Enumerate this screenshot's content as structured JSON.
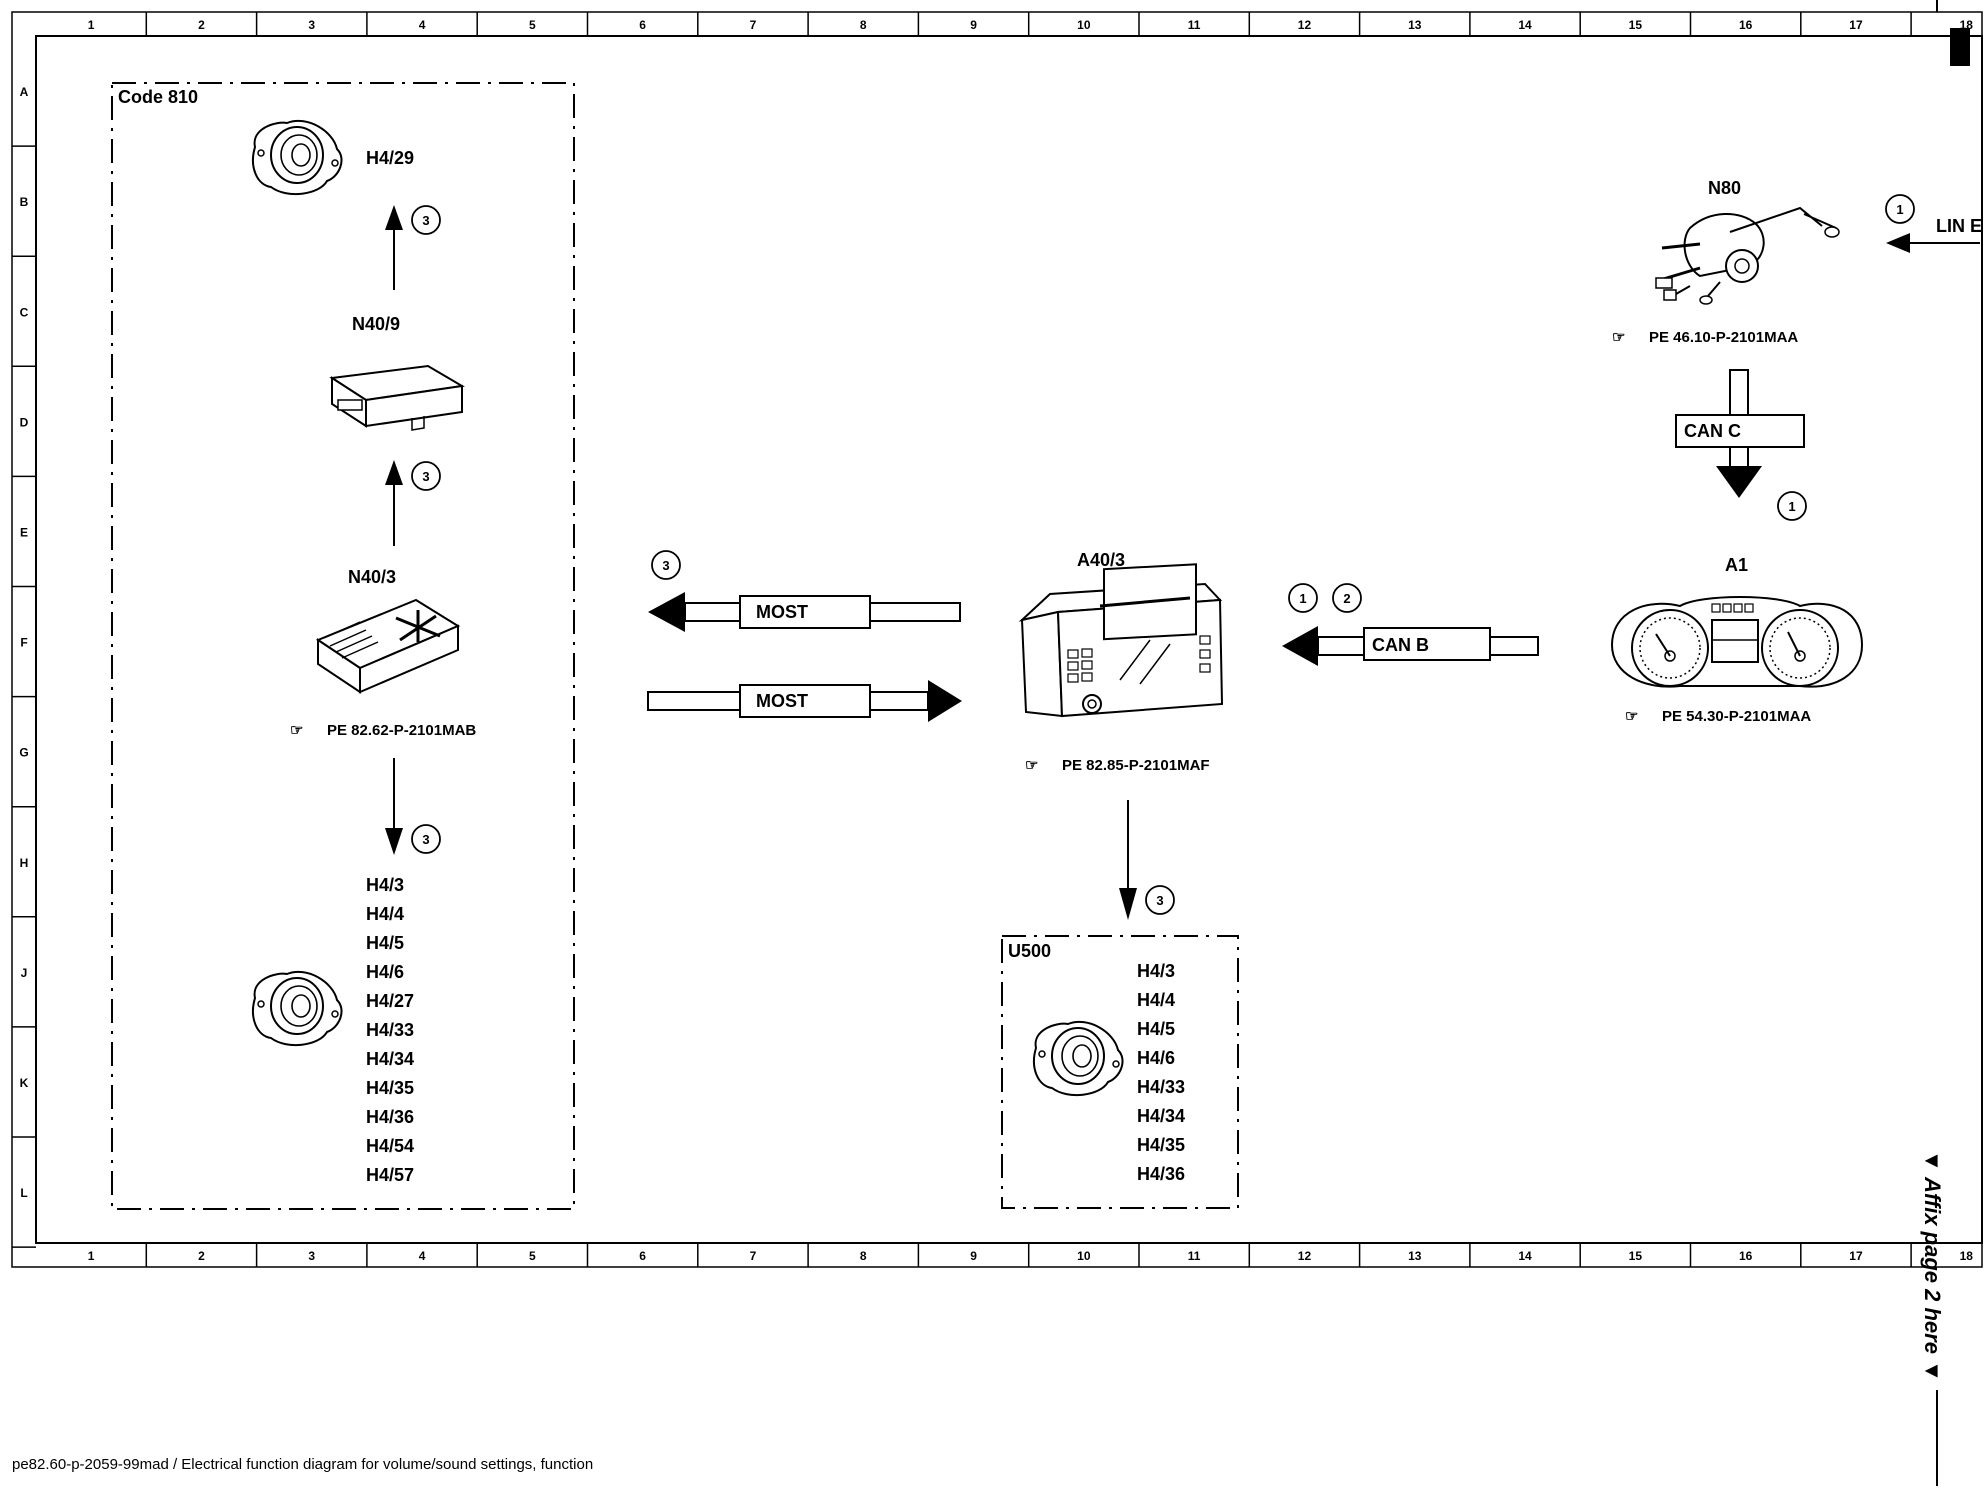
{
  "grid": {
    "columns": [
      "1",
      "2",
      "3",
      "4",
      "5",
      "6",
      "7",
      "8",
      "9",
      "10",
      "11",
      "12",
      "13",
      "14",
      "15",
      "16",
      "17",
      "18"
    ],
    "rows": [
      "A",
      "B",
      "C",
      "D",
      "E",
      "F",
      "G",
      "H",
      "J",
      "K",
      "L"
    ]
  },
  "groups": {
    "code810": "Code 810",
    "u500": "U500"
  },
  "components": {
    "h4_29": "H4/29",
    "n40_9": "N40/9",
    "n40_3": "N40/3",
    "n40_3_ref": "PE 82.62-P-2101MAB",
    "n80": "N80",
    "n80_ref": "PE 46.10-P-2101MAA",
    "a40_3": "A40/3",
    "a40_3_ref": "PE 82.85-P-2101MAF",
    "a1": "A1",
    "a1_ref": "PE 54.30-P-2101MAA"
  },
  "speakers_left": [
    "H4/3",
    "H4/4",
    "H4/5",
    "H4/6",
    "H4/27",
    "H4/33",
    "H4/34",
    "H4/35",
    "H4/36",
    "H4/54",
    "H4/57"
  ],
  "speakers_u500": [
    "H4/3",
    "H4/4",
    "H4/5",
    "H4/6",
    "H4/33",
    "H4/34",
    "H4/35",
    "H4/36"
  ],
  "buses": {
    "most": "MOST",
    "can_b": "CAN B",
    "can_c": "CAN C",
    "lin": "LIN E"
  },
  "markers": {
    "one": "1",
    "two": "2",
    "three": "3"
  },
  "side_note": "▼ Affix page 2 here ▼",
  "footer": "pe82.60-p-2059-99mad / Electrical function diagram for volume/sound settings, function"
}
